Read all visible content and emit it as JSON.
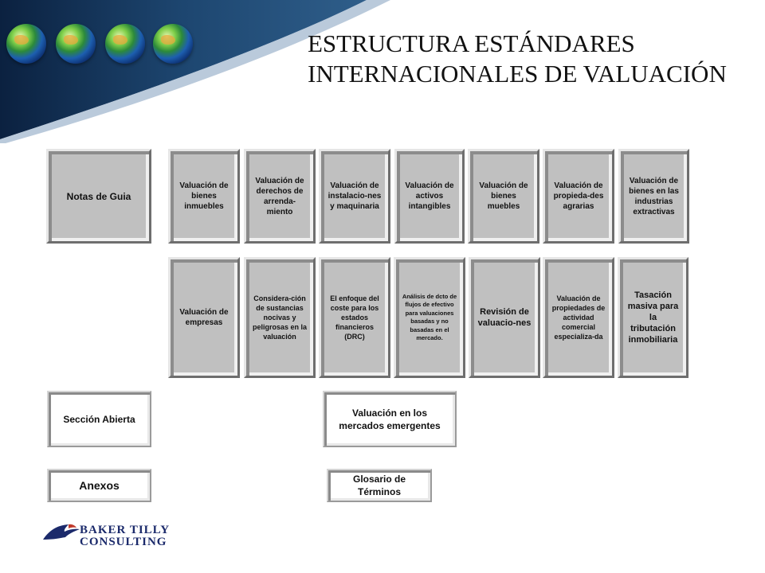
{
  "title": "ESTRUCTURA ESTÁNDARES\nINTERNACIONALES DE VALUACIÓN",
  "boxes": {
    "notas": "Notas de Guia",
    "r1": [
      "Valuación de bienes inmuebles",
      "Valuación de derechos de arrenda-miento",
      "Valuación de instalacio-nes y maquinaria",
      "Valuación de activos intangibles",
      "Valuación de bienes muebles",
      "Valuación de propieda-des agrarias",
      "Valuación de bienes en las industrias extractivas"
    ],
    "r2": [
      "Valuación de empresas",
      "Considera-ción de sustancias nocivas y peligrosas en la valuación",
      "El enfoque del coste para los estados financieros (DRC)",
      "Análisis de dcto de flujos de efectivo para valuaciones basadas y no basadas en el mercado.",
      "Revisión de valuacio-nes",
      "Valuación de propiedades de actividad comercial especializa-da",
      "Tasación masiva para la tributación inmobiliaria"
    ],
    "seccion_abierta": "Sección Abierta",
    "mercados": "Valuación en los mercados emergentes",
    "anexos": "Anexos",
    "glosario": "Glosario de Términos"
  },
  "logo": {
    "line1": "BAKER TILLY",
    "line2": "CONSULTING",
    "icon": "eagle-icon"
  },
  "colors": {
    "header_dark": "#0f2a52",
    "header_mid": "#3b6e9c",
    "box_gray": "#c0c0c0",
    "logo_blue": "#1b2a6b"
  }
}
